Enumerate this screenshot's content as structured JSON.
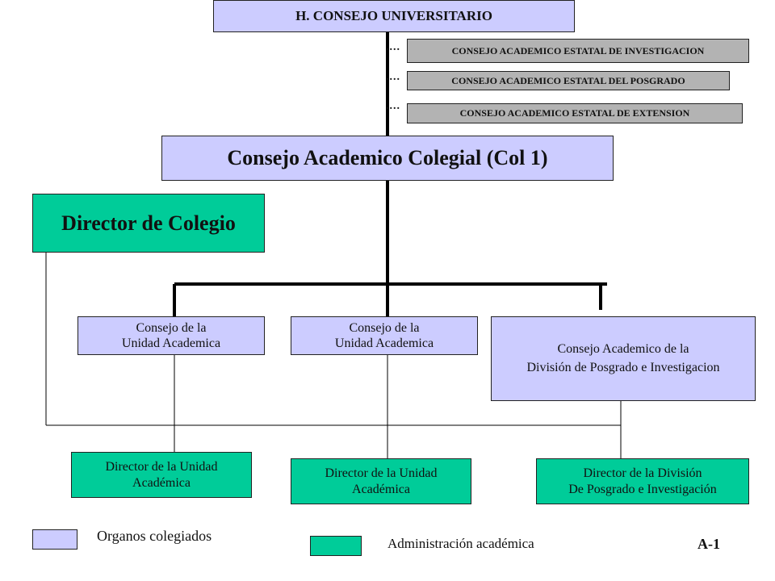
{
  "title_box": "H. CONSEJO UNIVERSITARIO",
  "state_councils": [
    "CONSEJO ACADEMICO ESTATAL DE INVESTIGACION",
    "CONSEJO ACADEMICO ESTATAL DEL POSGRADO",
    "CONSEJO ACADEMICO ESTATAL DE EXTENSION"
  ],
  "dots": "....",
  "colegial": "Consejo Academico Colegial (Col 1)",
  "director_colegio": "Director de Colegio",
  "councils": [
    {
      "line1": "Consejo de la",
      "line2": "Unidad Academica"
    },
    {
      "line1": "Consejo de la",
      "line2": "Unidad Academica"
    },
    {
      "line1": "Consejo Academico  de la",
      "line2": "División de Posgrado e Investigacion"
    }
  ],
  "directors": [
    {
      "line1": "Director  de la Unidad",
      "line2": "Académica"
    },
    {
      "line1": "Director de la Unidad",
      "line2": "Académica"
    },
    {
      "line1": "Director de la División",
      "line2": "De Posgrado e Investigación"
    }
  ],
  "legend": {
    "collegiate": "Organos colegiados",
    "administration": "Administración académica",
    "collegiate_color": "#ccccff",
    "administration_color": "#00cc99"
  },
  "page_code": "A-1",
  "colors": {
    "lavender": "#ccccff",
    "green": "#00cc99",
    "gray": "#b3b3b3"
  }
}
